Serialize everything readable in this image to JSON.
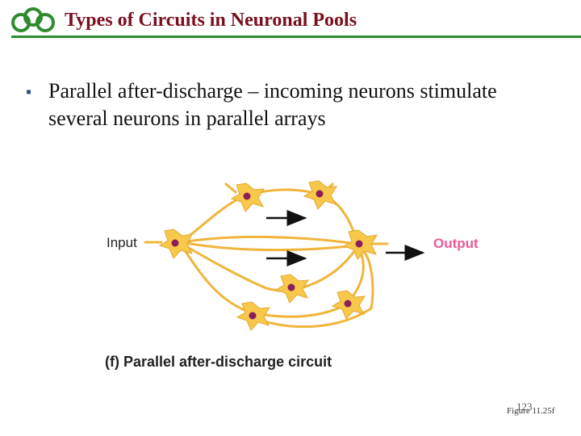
{
  "slide": {
    "title": "Types of Circuits in Neuronal Pools",
    "bullet": "Parallel after-discharge – incoming neurons stimulate several neurons in parallel arrays",
    "figure_ref": "Figure 11.25f",
    "slide_number": "123"
  },
  "diagram": {
    "input_label": "Input",
    "output_label": "Output",
    "caption": "(f) Parallel after-discharge circuit"
  },
  "colors": {
    "title": "#7a0f1e",
    "rule": "#2e8b2e",
    "neuron_body": "#f7c84a",
    "neuron_nucleus": "#8b1f5c",
    "axon": "#f0b53a",
    "arrow": "#111111",
    "output_label": "#e85a9a"
  }
}
